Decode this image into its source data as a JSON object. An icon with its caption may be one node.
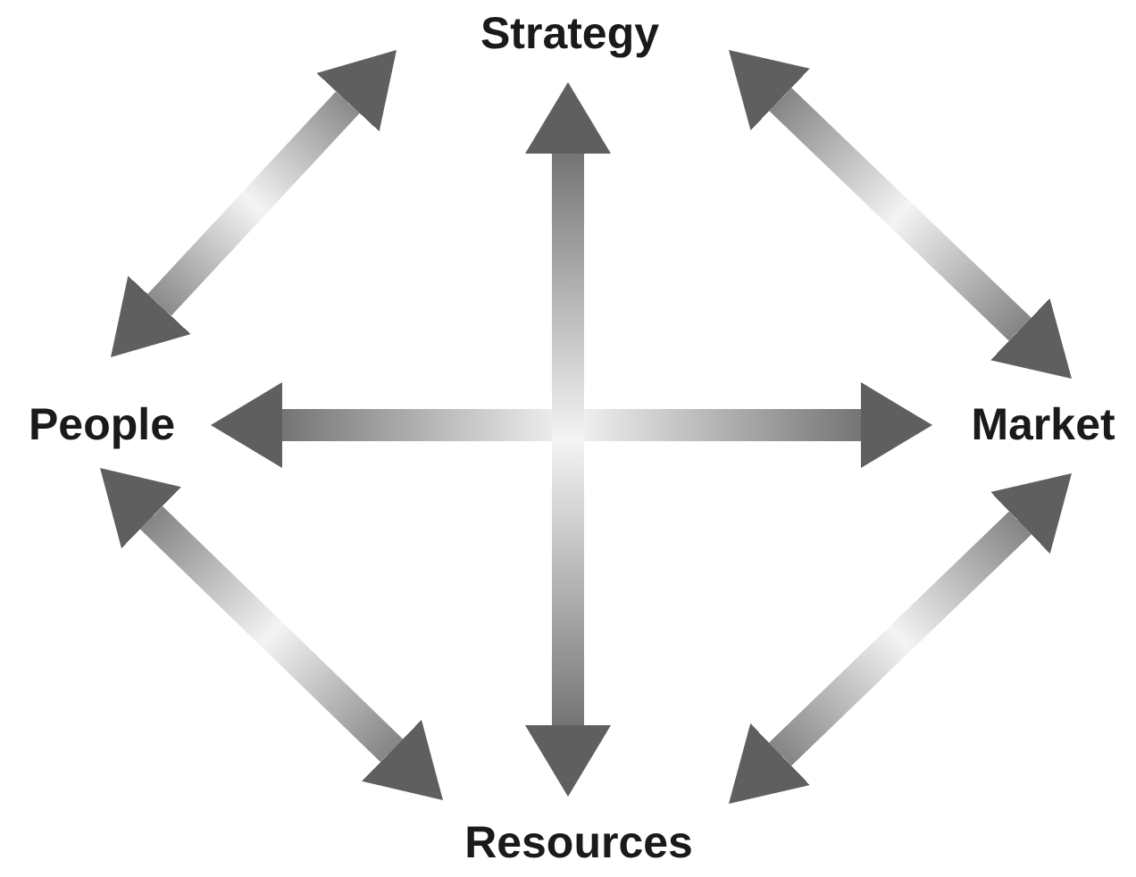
{
  "diagram": {
    "nodes": [
      {
        "text": [
          "Strategy"
        ]
      },
      {
        "text": [
          "People"
        ]
      },
      {
        "text": [
          "Market"
        ]
      },
      {
        "text": [
          "Resources"
        ]
      }
    ],
    "edges": [
      {
        "from": 0,
        "to": 1,
        "arrow": "both"
      },
      {
        "from": 0,
        "to": 2,
        "arrow": "both"
      },
      {
        "from": 1,
        "to": 2,
        "arrow": "both"
      },
      {
        "from": 0,
        "to": 3,
        "arrow": "both"
      },
      {
        "from": 1,
        "to": 3,
        "arrow": "both"
      },
      {
        "from": 2,
        "to": 3,
        "arrow": "both"
      }
    ]
  }
}
